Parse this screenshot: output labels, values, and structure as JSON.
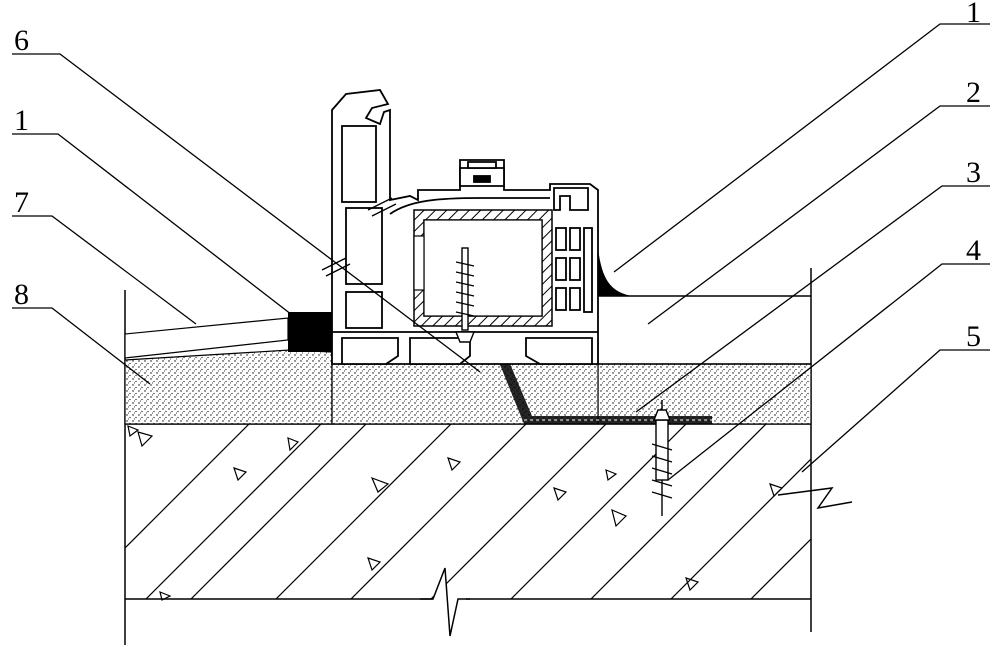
{
  "diagram": {
    "callouts": [
      {
        "id": "left-6",
        "text": "6"
      },
      {
        "id": "left-1",
        "text": "1"
      },
      {
        "id": "left-7",
        "text": "7"
      },
      {
        "id": "left-8",
        "text": "8"
      },
      {
        "id": "right-1",
        "text": "1"
      },
      {
        "id": "right-2",
        "text": "2"
      },
      {
        "id": "right-3",
        "text": "3"
      },
      {
        "id": "right-4",
        "text": "4"
      },
      {
        "id": "right-5",
        "text": "5"
      }
    ]
  }
}
